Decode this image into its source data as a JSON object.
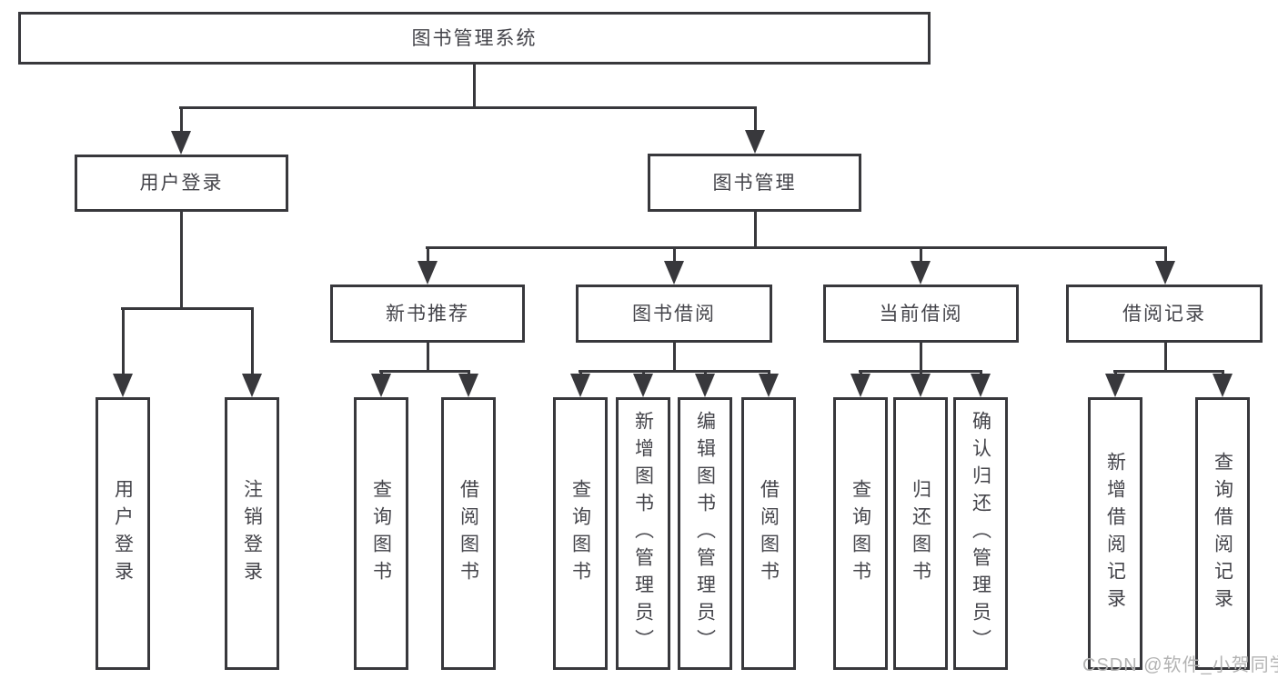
{
  "diagram_title": "图书管理系统",
  "nodes": {
    "root": "图书管理系统",
    "user_login": "用户登录",
    "book_management": "图书管理",
    "new_book_recommend": "新书推荐",
    "book_borrowing": "图书借阅",
    "current_borrowing": "当前借阅",
    "borrowing_records": "借阅记录",
    "leaf_user_login": "用户登录",
    "leaf_logout": "注销登录",
    "leaf_query_books_1": "查询图书",
    "leaf_borrow_books_1": "借阅图书",
    "leaf_query_books_2": "查询图书",
    "leaf_add_books_admin": "新增图书（管理员）",
    "leaf_edit_books_admin": "编辑图书（管理员）",
    "leaf_borrow_books_2": "借阅图书",
    "leaf_query_books_3": "查询图书",
    "leaf_return_books": "归还图书",
    "leaf_confirm_return_admin": "确认归还（管理员）",
    "leaf_add_borrow_record": "新增借阅记录",
    "leaf_query_borrow_record": "查询借阅记录"
  },
  "watermark": "CSDN @软件_小贺同学",
  "colors": {
    "line": "#38383c",
    "text": "#44444a",
    "watermark": "#b3b3b3",
    "background": "#ffffff"
  }
}
